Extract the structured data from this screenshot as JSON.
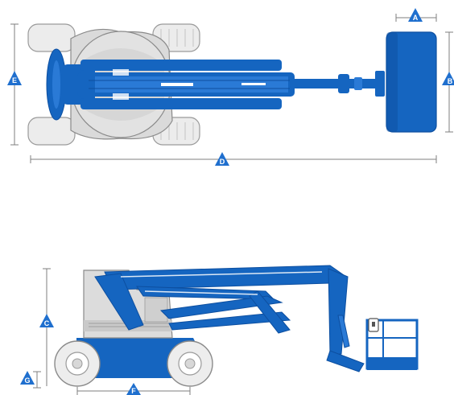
{
  "colors": {
    "machine_blue": "#1565c0",
    "blue_light": "#2a7ad6",
    "blue_dark": "#0d4fa0",
    "chassis_gray": "#dcdcdc",
    "tire_gray": "#eaeaea",
    "outline": "#8a8a8a",
    "dimension_line": "#7f7f7f",
    "label_marker": "#1f6fce"
  },
  "views": {
    "top": {
      "name": "top-view"
    },
    "side": {
      "name": "side-view"
    }
  },
  "dimensions": {
    "a": "A",
    "b": "B",
    "c": "C",
    "d": "D",
    "e": "E",
    "f": "F",
    "g": "G"
  }
}
